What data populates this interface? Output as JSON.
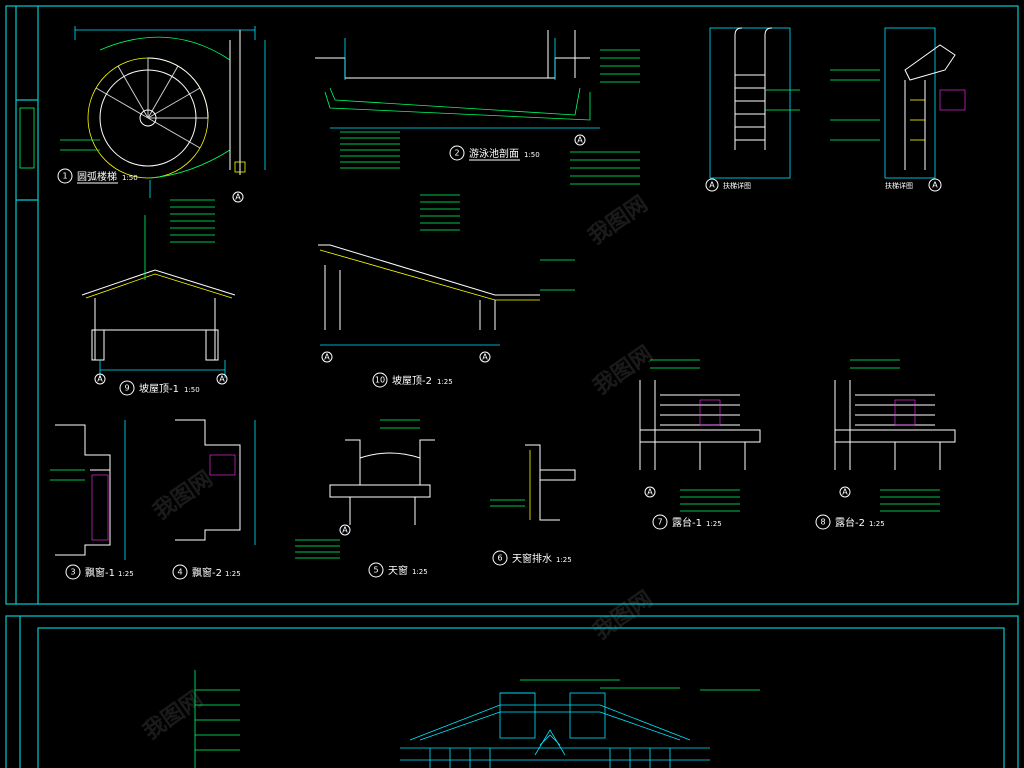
{
  "sheet": {
    "background": "#000000",
    "line_colors": {
      "frame": "#00cccc",
      "detail": "#00ff66",
      "outline": "#ffffff",
      "accent": "#ffff00",
      "hatch": "#ff33ff"
    }
  },
  "details": [
    {
      "num": "1",
      "title": "圆弧楼梯",
      "scale": "1:50"
    },
    {
      "num": "2",
      "title": "游泳池剖面",
      "scale": "1:50"
    },
    {
      "num": "3",
      "title": "飘窗-1",
      "scale": "1:25"
    },
    {
      "num": "4",
      "title": "飘窗-2",
      "scale": "1:25"
    },
    {
      "num": "5",
      "title": "天窗",
      "scale": "1:25"
    },
    {
      "num": "6",
      "title": "天窗排水",
      "scale": "1:25"
    },
    {
      "num": "7",
      "title": "露台-1",
      "scale": "1:25"
    },
    {
      "num": "8",
      "title": "露台-2",
      "scale": "1:25"
    },
    {
      "num": "9",
      "title": "坡屋顶-1",
      "scale": "1:50"
    },
    {
      "num": "10",
      "title": "坡屋顶-2",
      "scale": "1:25"
    }
  ],
  "section_marks": [
    {
      "num": "A",
      "title": "扶梯详图"
    },
    {
      "num": "A",
      "title": "扶梯详图"
    }
  ],
  "grid_marks": [
    "A",
    "A",
    "A",
    "A",
    "A",
    "A",
    "A",
    "A",
    "A"
  ],
  "watermark": "我图网"
}
